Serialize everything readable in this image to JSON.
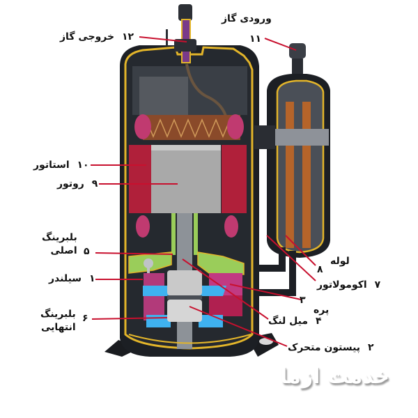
{
  "diagram": {
    "title": "Rotary compressor cutaway",
    "leader_color": "#c8102e",
    "colors": {
      "shell": "#1c1f24",
      "shell_outline": "#e3b52a",
      "stator": "#b0203a",
      "rotor": "#a9a9a9",
      "winding": "#8a4a2a",
      "bearing": "#9acd5a",
      "cylinder": "#b23a7a",
      "vane": "#c13a82",
      "blue_parts": "#3fb2f0",
      "copper_tube": "#b5642a"
    },
    "labels": [
      {
        "id": "12",
        "number": "۱۲",
        "text": "خروجی گاز"
      },
      {
        "id": "11",
        "number": "۱۱",
        "text": "ورودی گاز"
      },
      {
        "id": "10",
        "number": "۱۰",
        "text": "استاتور"
      },
      {
        "id": "9",
        "number": "۹",
        "text": "روتور"
      },
      {
        "id": "5",
        "number": "۵",
        "text_line1": "بلبرینگ",
        "text_line2": "اصلی"
      },
      {
        "id": "1",
        "number": "۱",
        "text": "سیلندر"
      },
      {
        "id": "6",
        "number": "۶",
        "text_line1": "بلبرینگ",
        "text_line2": "انتهایی"
      },
      {
        "id": "8",
        "number": "۸",
        "text": "لوله"
      },
      {
        "id": "7",
        "number": "۷",
        "text": "اکومولاتور"
      },
      {
        "id": "3",
        "number": "۳",
        "text": "پره"
      },
      {
        "id": "4",
        "number": "۴",
        "text": "میل لنگ"
      },
      {
        "id": "2",
        "number": "۲",
        "text": "پیستون متحرک"
      }
    ]
  },
  "watermark": {
    "text": "خدمت ازما"
  }
}
